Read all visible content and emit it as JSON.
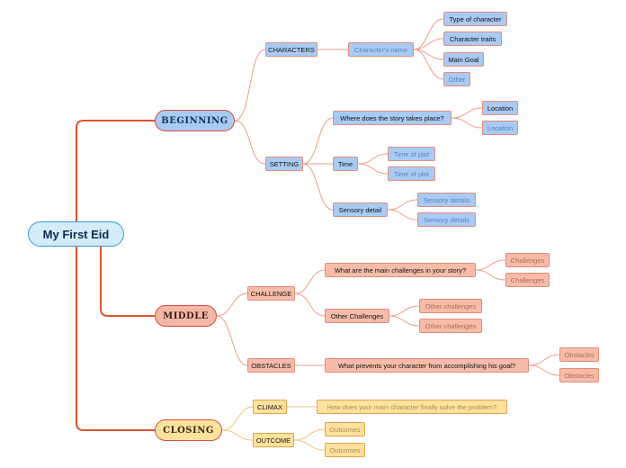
{
  "root": {
    "label": "My First Eid"
  },
  "beginning": {
    "label": "BEGINNING",
    "characters": {
      "label": "CHARACTERS",
      "name": "Character's name",
      "items": [
        "Type of character",
        "Character traits",
        "Main Goal",
        "Other"
      ]
    },
    "setting": {
      "label": "SETTING",
      "where": {
        "label": "Where does the story takes place?",
        "items": [
          "Location",
          "Location"
        ]
      },
      "time": {
        "label": "Time",
        "items": [
          "Time of plot",
          "Time of plot"
        ]
      },
      "sensory": {
        "label": "Sensory detail",
        "items": [
          "Sensory details",
          "Sensory details"
        ]
      }
    }
  },
  "middle": {
    "label": "MIDDLE",
    "challenge": {
      "label": "CHALLENGE",
      "main": {
        "label": "What are the main challenges in your story?",
        "items": [
          "Challenges",
          "Challenges"
        ]
      },
      "other": {
        "label": "Other Challenges",
        "items": [
          "Other challenges",
          "Other challenges"
        ]
      }
    },
    "obstacles": {
      "label": "OBSTACLES",
      "prevents": {
        "label": "What prevents your character from accomplishing his goal?",
        "items": [
          "Obstacles",
          "Obstacles"
        ]
      }
    }
  },
  "closing": {
    "label": "CLOSING",
    "climax": {
      "label": "CLIMAX",
      "question": "How does your main character finally solve the problem?"
    },
    "outcome": {
      "label": "OUTCOME",
      "items": [
        "Outcomes",
        "Outcomes"
      ]
    }
  },
  "colors": {
    "main_branch_line": "#e0522f",
    "sub_branch_line": "#f29a8a",
    "root_fill": "#d3ecfa",
    "blue_fill": "#a9cbf3",
    "salmon_fill": "#f4b8a6",
    "yellow_fill": "#fde29d"
  }
}
